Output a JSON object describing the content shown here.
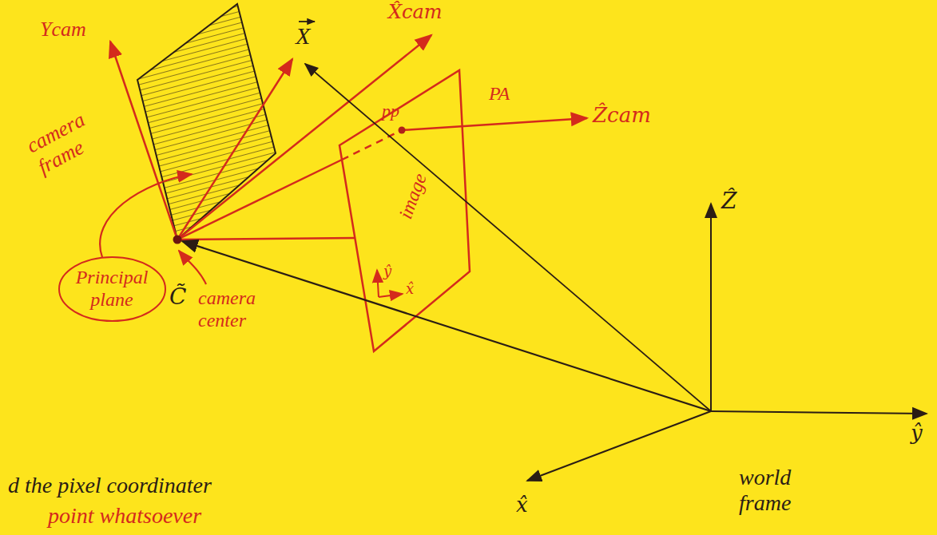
{
  "diagram": {
    "nodes": [
      {
        "text": [
          "Principal plane"
        ]
      }
    ],
    "labels": [
      "Ycam",
      "X",
      "X̂cam",
      "PA",
      "Ẑcam",
      "pp",
      "image",
      "ŷ",
      "x̂",
      "camera frame",
      "camera center",
      "C̃",
      "Ẑ",
      "ŷ",
      "x̂",
      "world frame",
      "d the pixel coordinater",
      "point whatsoever"
    ]
  }
}
